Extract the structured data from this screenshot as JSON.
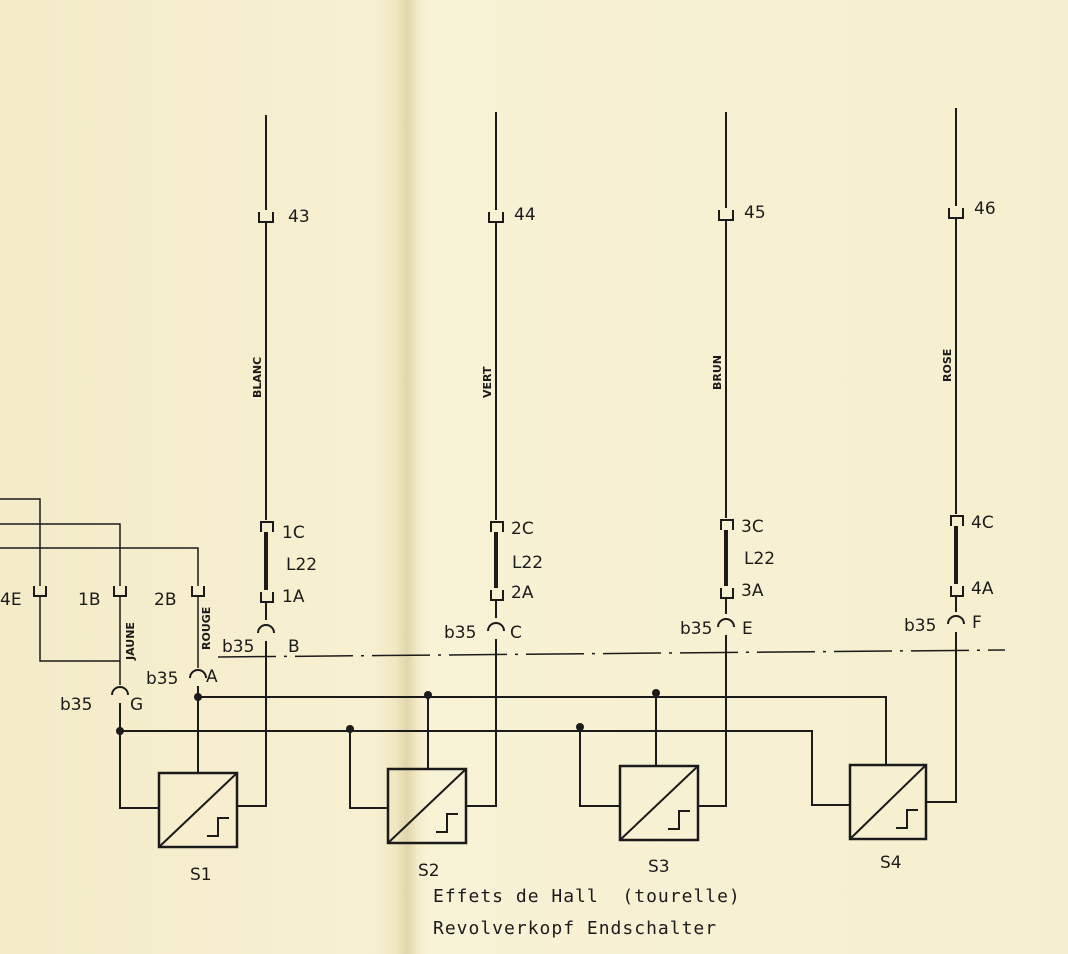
{
  "terminals": [
    "43",
    "44",
    "45",
    "46"
  ],
  "wire_colors": [
    "BLANC",
    "VERT",
    "BRUN",
    "ROSE",
    "JAUNE",
    "ROUGE"
  ],
  "upper_connectors": [
    "1C",
    "2C",
    "3C",
    "4C"
  ],
  "lower_connectors": [
    "1A",
    "2A",
    "3A",
    "4A"
  ],
  "cable_labels": [
    "L22",
    "L22",
    "L22"
  ],
  "left_connectors": [
    "4E",
    "1B",
    "2B"
  ],
  "b35_labels": [
    "b35",
    "b35",
    "b35",
    "b35",
    "b35",
    "b35"
  ],
  "b35_pins": [
    "G",
    "A",
    "B",
    "C",
    "E",
    "F"
  ],
  "sensors": [
    "S1",
    "S2",
    "S3",
    "S4"
  ],
  "caption": {
    "line1": "Effets de Hall  (tourelle)",
    "line2": "Revolverkopf Endschalter"
  }
}
